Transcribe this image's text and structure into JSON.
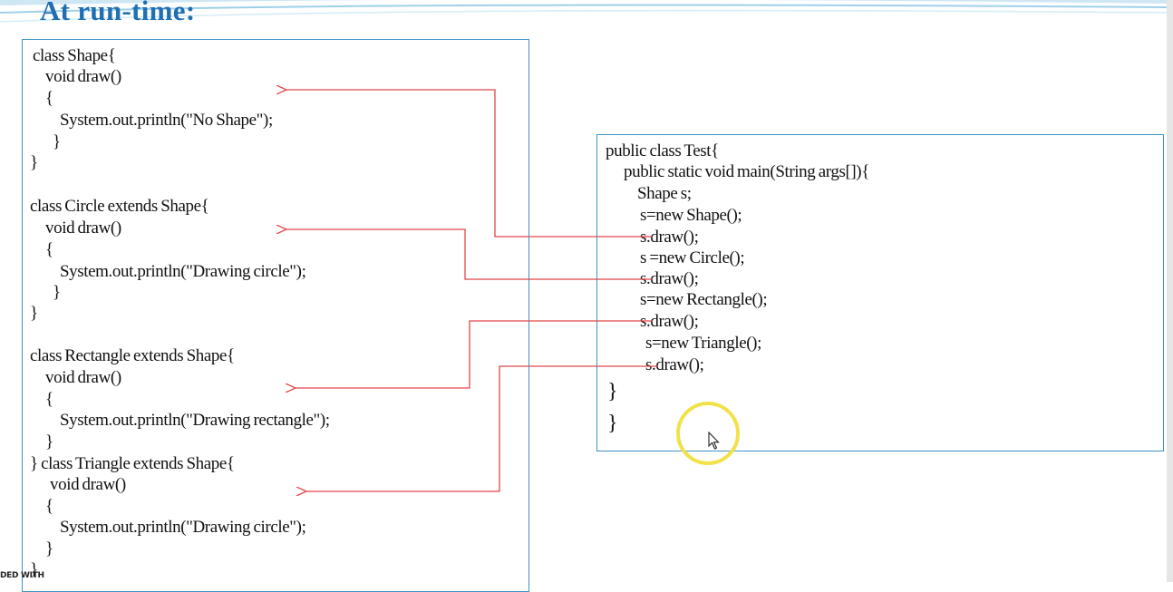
{
  "slide": {
    "title": "At run-time:",
    "watermark": "DED WITH"
  },
  "code_left": [
    "class Shape{",
    "void draw()",
    "{",
    "System.out.println(\"No Shape\");",
    "}",
    "}",
    "class Circle extends Shape{",
    "void draw()",
    "{",
    "System.out.println(\"Drawing circle\");",
    "}",
    "}",
    "class Rectangle extends Shape{",
    "void draw()",
    "{",
    "System.out.println(\"Drawing rectangle\");",
    "}",
    "} class Triangle extends Shape{",
    "void draw()",
    "{",
    "System.out.println(\"Drawing circle\");",
    "}",
    "}"
  ],
  "code_right": [
    "public class Test{",
    "public static void main(String args[]){",
    "Shape s;",
    "s=new Shape();",
    "s.draw();",
    "s =new Circle();",
    "s.draw();",
    "s=new Rectangle();",
    "s.draw();",
    "s=new Triangle();",
    "s.draw();",
    "}",
    "}"
  ],
  "colors": {
    "title": "#1f6fb2",
    "box_border": "#3b94c7",
    "arrow": "#e0474a",
    "cursor_highlight": "#f1e24a"
  },
  "icons": {
    "pointer": "mouse-pointer-icon",
    "highlight": "cursor-highlight-icon"
  }
}
